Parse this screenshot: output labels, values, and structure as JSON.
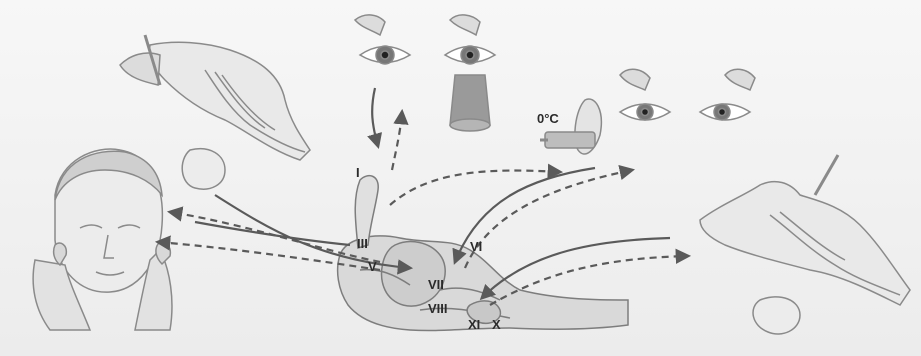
{
  "diagram": {
    "labels": {
      "temp": "0°C",
      "n1": "I",
      "n3": "III",
      "n5": "V",
      "n6": "VI",
      "n7": "VII",
      "n8": "VIII",
      "n10": "X",
      "n11": "XI"
    },
    "colors": {
      "background": "#f4f4f4",
      "line": "#5a5a5a",
      "skin": "#e6e6e6",
      "outline": "#8a8a8a"
    }
  }
}
